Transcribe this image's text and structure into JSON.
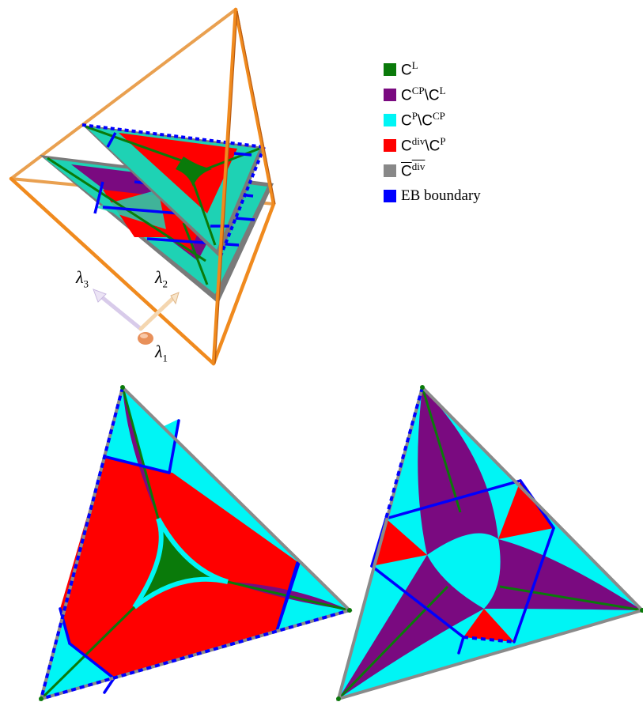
{
  "legend": {
    "items": [
      {
        "base": "C",
        "sup": "L",
        "mid": "",
        "base2": "",
        "sup2": "",
        "color": "#0a7a0a"
      },
      {
        "base": "C",
        "sup": "CP",
        "mid": "\\",
        "base2": "C",
        "sup2": "L",
        "color": "#7a0a80"
      },
      {
        "base": "C",
        "sup": "P",
        "mid": "\\",
        "base2": "C",
        "sup2": "CP",
        "color": "#00f5f5"
      },
      {
        "base": "C",
        "sup": "div",
        "mid": "\\",
        "base2": "C",
        "sup2": "P",
        "color": "#ff0000"
      },
      {
        "base": "C",
        "sup": "div",
        "mid": "",
        "base2": "",
        "sup2": "",
        "color": "#888888"
      },
      {
        "base": "EB boundary",
        "sup": "",
        "mid": "",
        "base2": "",
        "sup2": "",
        "color": "#0000ff"
      }
    ]
  },
  "axes": {
    "lambda1": {
      "sym": "λ",
      "sub": "1"
    },
    "lambda2": {
      "sym": "λ",
      "sub": "2"
    },
    "lambda3": {
      "sym": "λ",
      "sub": "3"
    }
  },
  "colors": {
    "green": "#0a7a0a",
    "purple": "#7a0a80",
    "cyan": "#00f5f5",
    "red": "#ff0000",
    "gray": "#888888",
    "blue": "#0000ff",
    "orange": "#f08a1e",
    "darkorange": "#c86414",
    "teal": "#1ed2b4"
  }
}
